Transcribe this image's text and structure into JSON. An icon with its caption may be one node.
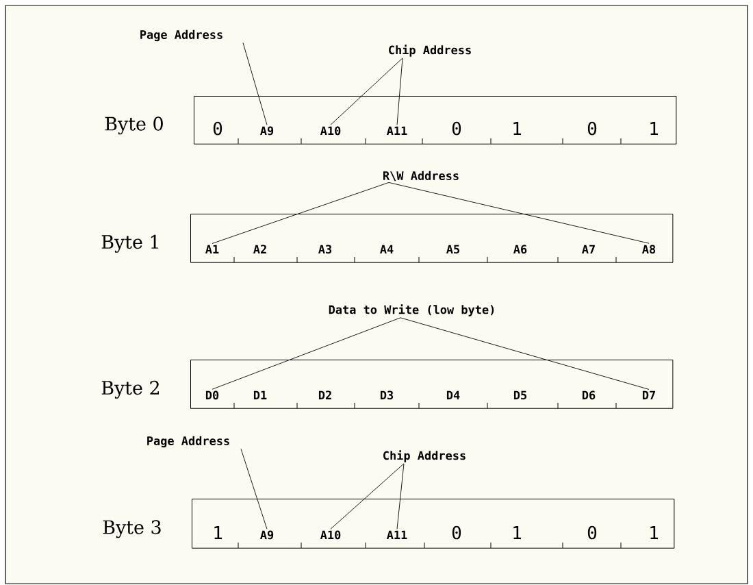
{
  "diagram": {
    "nodes": [
      {
        "text": [
          "Page Address"
        ]
      },
      {
        "text": [
          "Chip Address"
        ]
      },
      {
        "text": [
          "Byte 0"
        ]
      },
      {
        "text": [
          "0"
        ],
        "in": 2
      },
      {
        "text": [
          "A9"
        ],
        "in": 2
      },
      {
        "text": [
          "A10"
        ],
        "in": 2
      },
      {
        "text": [
          "A11"
        ],
        "in": 2
      },
      {
        "text": [
          "0"
        ],
        "in": 2
      },
      {
        "text": [
          "1"
        ],
        "in": 2
      },
      {
        "text": [
          "0"
        ],
        "in": 2
      },
      {
        "text": [
          "1"
        ],
        "in": 2
      },
      {
        "text": [
          "R\\W Address"
        ]
      },
      {
        "text": [
          "Byte 1"
        ]
      },
      {
        "text": [
          "A1"
        ],
        "in": 12
      },
      {
        "text": [
          "A2"
        ],
        "in": 12
      },
      {
        "text": [
          "A3"
        ],
        "in": 12
      },
      {
        "text": [
          "A4"
        ],
        "in": 12
      },
      {
        "text": [
          "A5"
        ],
        "in": 12
      },
      {
        "text": [
          "A6"
        ],
        "in": 12
      },
      {
        "text": [
          "A7"
        ],
        "in": 12
      },
      {
        "text": [
          "A8"
        ],
        "in": 12
      },
      {
        "text": [
          "Data to Write (low byte)"
        ]
      },
      {
        "text": [
          "Byte 2"
        ]
      },
      {
        "text": [
          "D0"
        ],
        "in": 22
      },
      {
        "text": [
          "D1"
        ],
        "in": 22
      },
      {
        "text": [
          "D2"
        ],
        "in": 22
      },
      {
        "text": [
          "D3"
        ],
        "in": 22
      },
      {
        "text": [
          "D4"
        ],
        "in": 22
      },
      {
        "text": [
          "D5"
        ],
        "in": 22
      },
      {
        "text": [
          "D6"
        ],
        "in": 22
      },
      {
        "text": [
          "D7"
        ],
        "in": 22
      },
      {
        "text": [
          "Page Address"
        ]
      },
      {
        "text": [
          "Chip Address"
        ]
      },
      {
        "text": [
          "Byte 3"
        ]
      },
      {
        "text": [
          "1"
        ],
        "in": 33
      },
      {
        "text": [
          "A9"
        ],
        "in": 33
      },
      {
        "text": [
          "A10"
        ],
        "in": 33
      },
      {
        "text": [
          "A11"
        ],
        "in": 33
      },
      {
        "text": [
          "0"
        ],
        "in": 33
      },
      {
        "text": [
          "1"
        ],
        "in": 33
      },
      {
        "text": [
          "0"
        ],
        "in": 33
      },
      {
        "text": [
          "1"
        ],
        "in": 33
      }
    ],
    "edges": [
      {
        "from": 0,
        "to": 4,
        "arrow": "none"
      },
      {
        "from": 1,
        "to": 5,
        "arrow": "none"
      },
      {
        "from": 1,
        "to": 6,
        "arrow": "none"
      },
      {
        "from": 11,
        "to": 13,
        "arrow": "none"
      },
      {
        "from": 11,
        "to": 20,
        "arrow": "none"
      },
      {
        "from": 21,
        "to": 23,
        "arrow": "none"
      },
      {
        "from": 21,
        "to": 30,
        "arrow": "none"
      },
      {
        "from": 31,
        "to": 35,
        "arrow": "none"
      },
      {
        "from": 32,
        "to": 36,
        "arrow": "none"
      },
      {
        "from": 32,
        "to": 37,
        "arrow": "none"
      }
    ]
  }
}
